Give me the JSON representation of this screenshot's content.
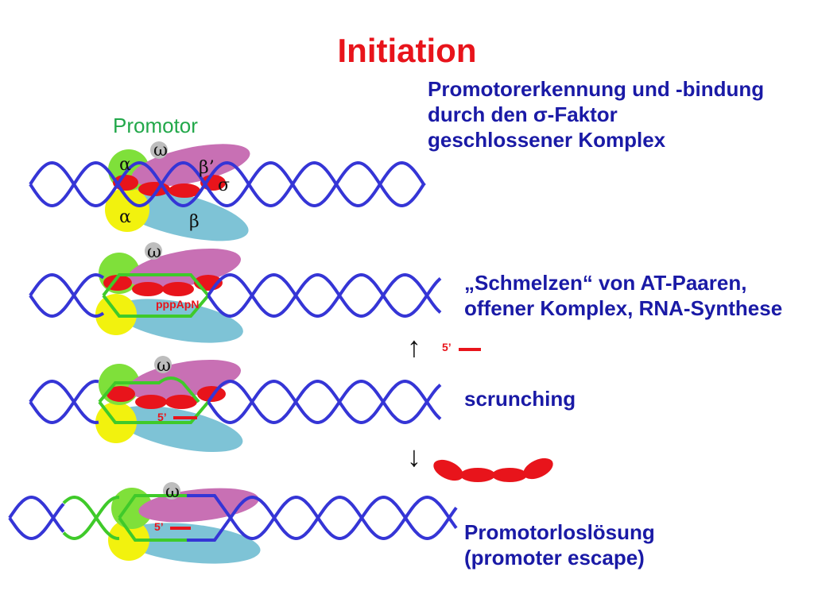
{
  "title": "Initiation",
  "promotor_label": "Promotor",
  "steps": [
    {
      "lines": [
        "Promotorerkennung und -bindung",
        "durch den σ-Faktor",
        "geschlossener Komplex"
      ]
    },
    {
      "lines": [
        "„Schmelzen“ von AT-Paaren,",
        "offener Komplex, RNA-Synthese"
      ]
    },
    {
      "lines": [
        "scrunching"
      ]
    },
    {
      "lines": [
        "Promotorloslösung",
        "(promoter escape)"
      ]
    }
  ],
  "subunits": {
    "alpha": "α",
    "omega": "ω",
    "beta": "β",
    "beta_prime": "β’",
    "sigma": "σ"
  },
  "rna_labels": {
    "ppp": "pppApN",
    "five_prime": "5’"
  },
  "arrows": {
    "up": "↑",
    "down": "↓"
  },
  "colors": {
    "title": "#e8141b",
    "text": "#1a1aa6",
    "promotor": "#22a84a",
    "dna": "#3535d6",
    "melted_dna": "#3fca2a",
    "rna": "#e8141b",
    "alpha_top": "#7fe03a",
    "alpha_bottom": "#f2f20e",
    "beta_prime": "#c870b4",
    "beta": "#7ec3d6",
    "sigma": "#e8141b",
    "omega": "#bdbdbd"
  }
}
